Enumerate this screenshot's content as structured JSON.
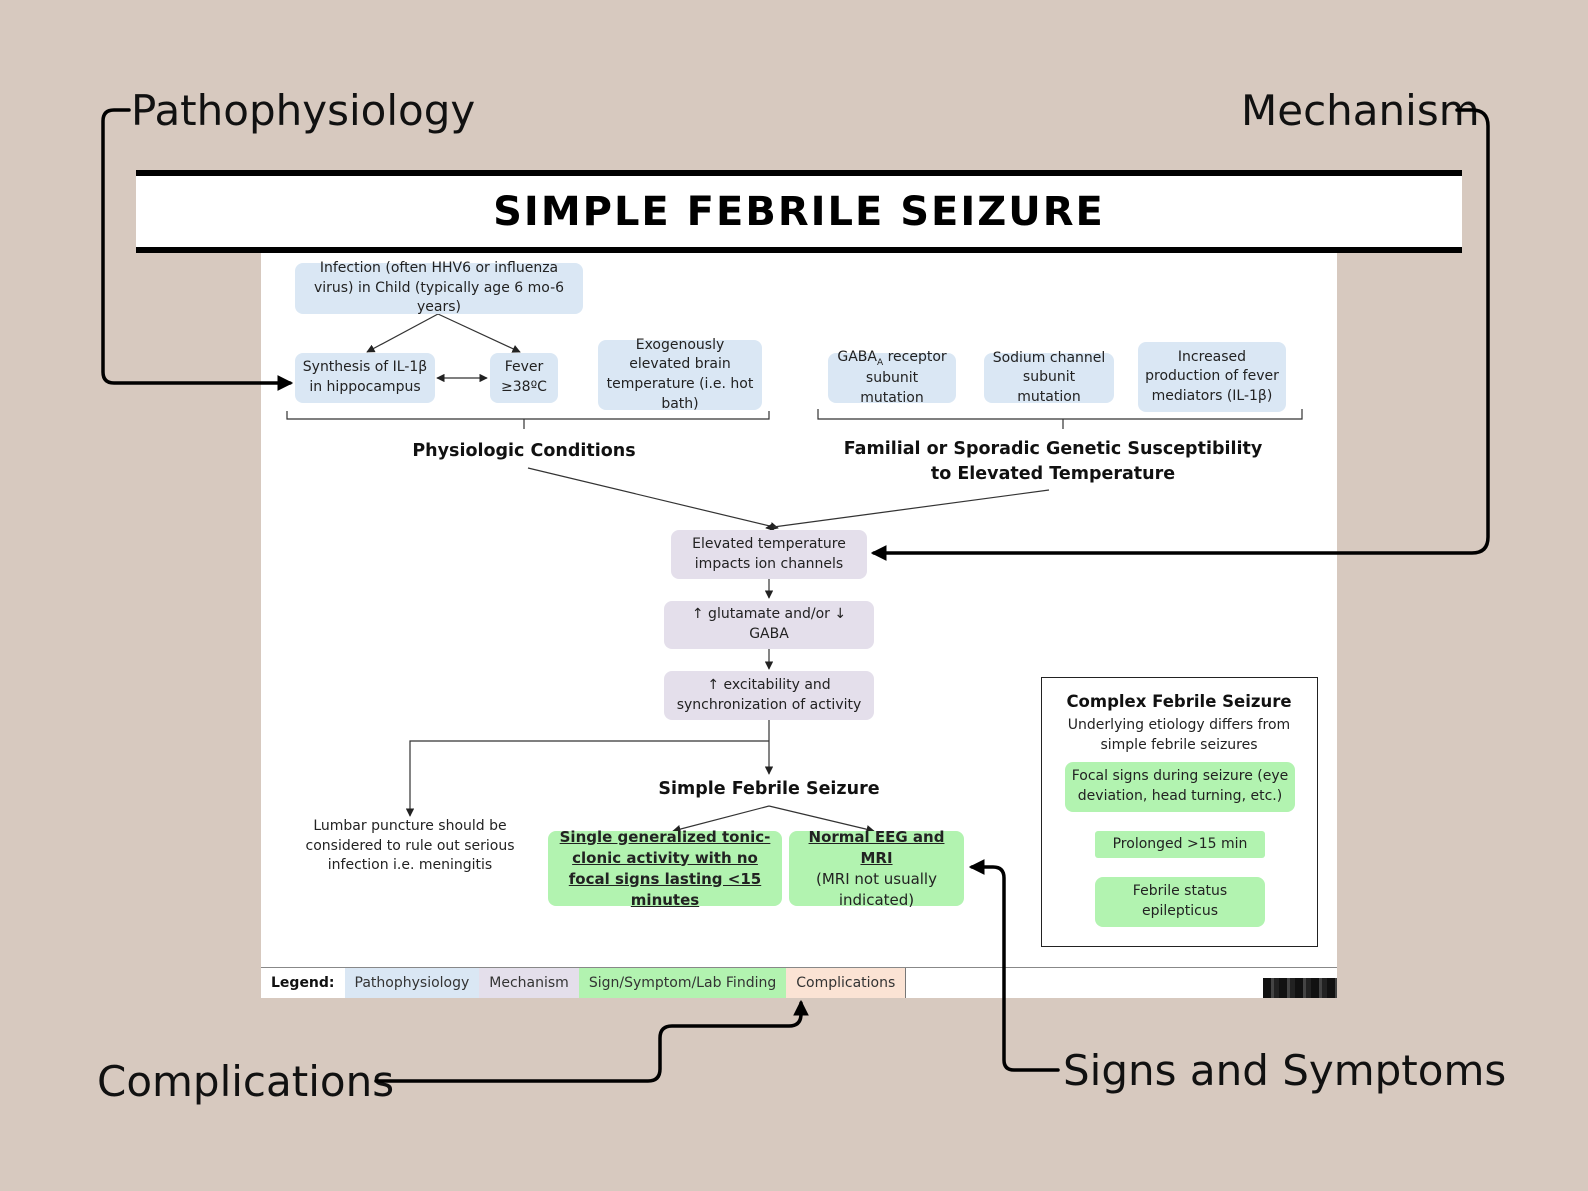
{
  "callouts": {
    "pathophysiology": "Pathophysiology",
    "mechanism": "Mechanism",
    "complications": "Complications",
    "signs_symptoms": "Signs and Symptoms"
  },
  "title": "SIMPLE FEBRILE SEIZURE",
  "nodes": {
    "infection": "Infection (often HHV6 or influenza virus) in Child (typically age 6 mo-6 years)",
    "il1b_l1": "Synthesis of IL-1β",
    "il1b_l2": "in hippocampus",
    "fever_l1": "Fever",
    "fever_l2": "≥38ºC",
    "exogenous": "Exogenously elevated brain temperature (i.e. hot bath)",
    "gaba_receptor_prefix": "GABA",
    "gaba_receptor_sub": "A",
    "gaba_receptor_suffix": " receptor",
    "gaba_receptor_l2": "subunit mutation",
    "sodium": "Sodium channel subunit mutation",
    "fever_mediators": "Increased production of fever mediators (IL-1β)",
    "physiologic": "Physiologic Conditions",
    "genetic": "Familial or Sporadic Genetic Susceptibility to Elevated Temperature",
    "elevated_temp": "Elevated temperature impacts ion channels",
    "glutamate": "↑ glutamate and/or ↓ GABA",
    "excitability": "↑ excitability and synchronization of activity",
    "sfs_label": "Simple Febrile Seizure",
    "lumbar": "Lumbar puncture should be considered to rule out serious infection i.e. meningitis",
    "tonic_clonic": "Single generalized tonic-clonic activity with no focal signs lasting <15 minutes",
    "eeg_bold": "Normal EEG and MRI",
    "eeg_rest": "(MRI not usually indicated)"
  },
  "complex": {
    "title": "Complex Febrile Seizure",
    "subtitle": "Underlying etiology differs from simple febrile seizures",
    "focal": "Focal signs during seizure (eye deviation, head turning, etc.)",
    "prolonged": "Prolonged >15 min",
    "status": "Febrile status epilepticus"
  },
  "legend": {
    "label": "Legend:",
    "items": [
      {
        "text": "Pathophysiology",
        "color": "#dae7f4"
      },
      {
        "text": "Mechanism",
        "color": "#e4dfeb"
      },
      {
        "text": "Sign/Symptom/Lab Finding",
        "color": "#b2f3b0"
      },
      {
        "text": "Complications",
        "color": "#fbe3d4"
      }
    ]
  },
  "colors": {
    "background": "#d7c9bf",
    "pathophysiology": "#dae7f4",
    "mechanism": "#e4dfeb",
    "sign": "#b2f3b0",
    "complication": "#fbe3d4"
  }
}
